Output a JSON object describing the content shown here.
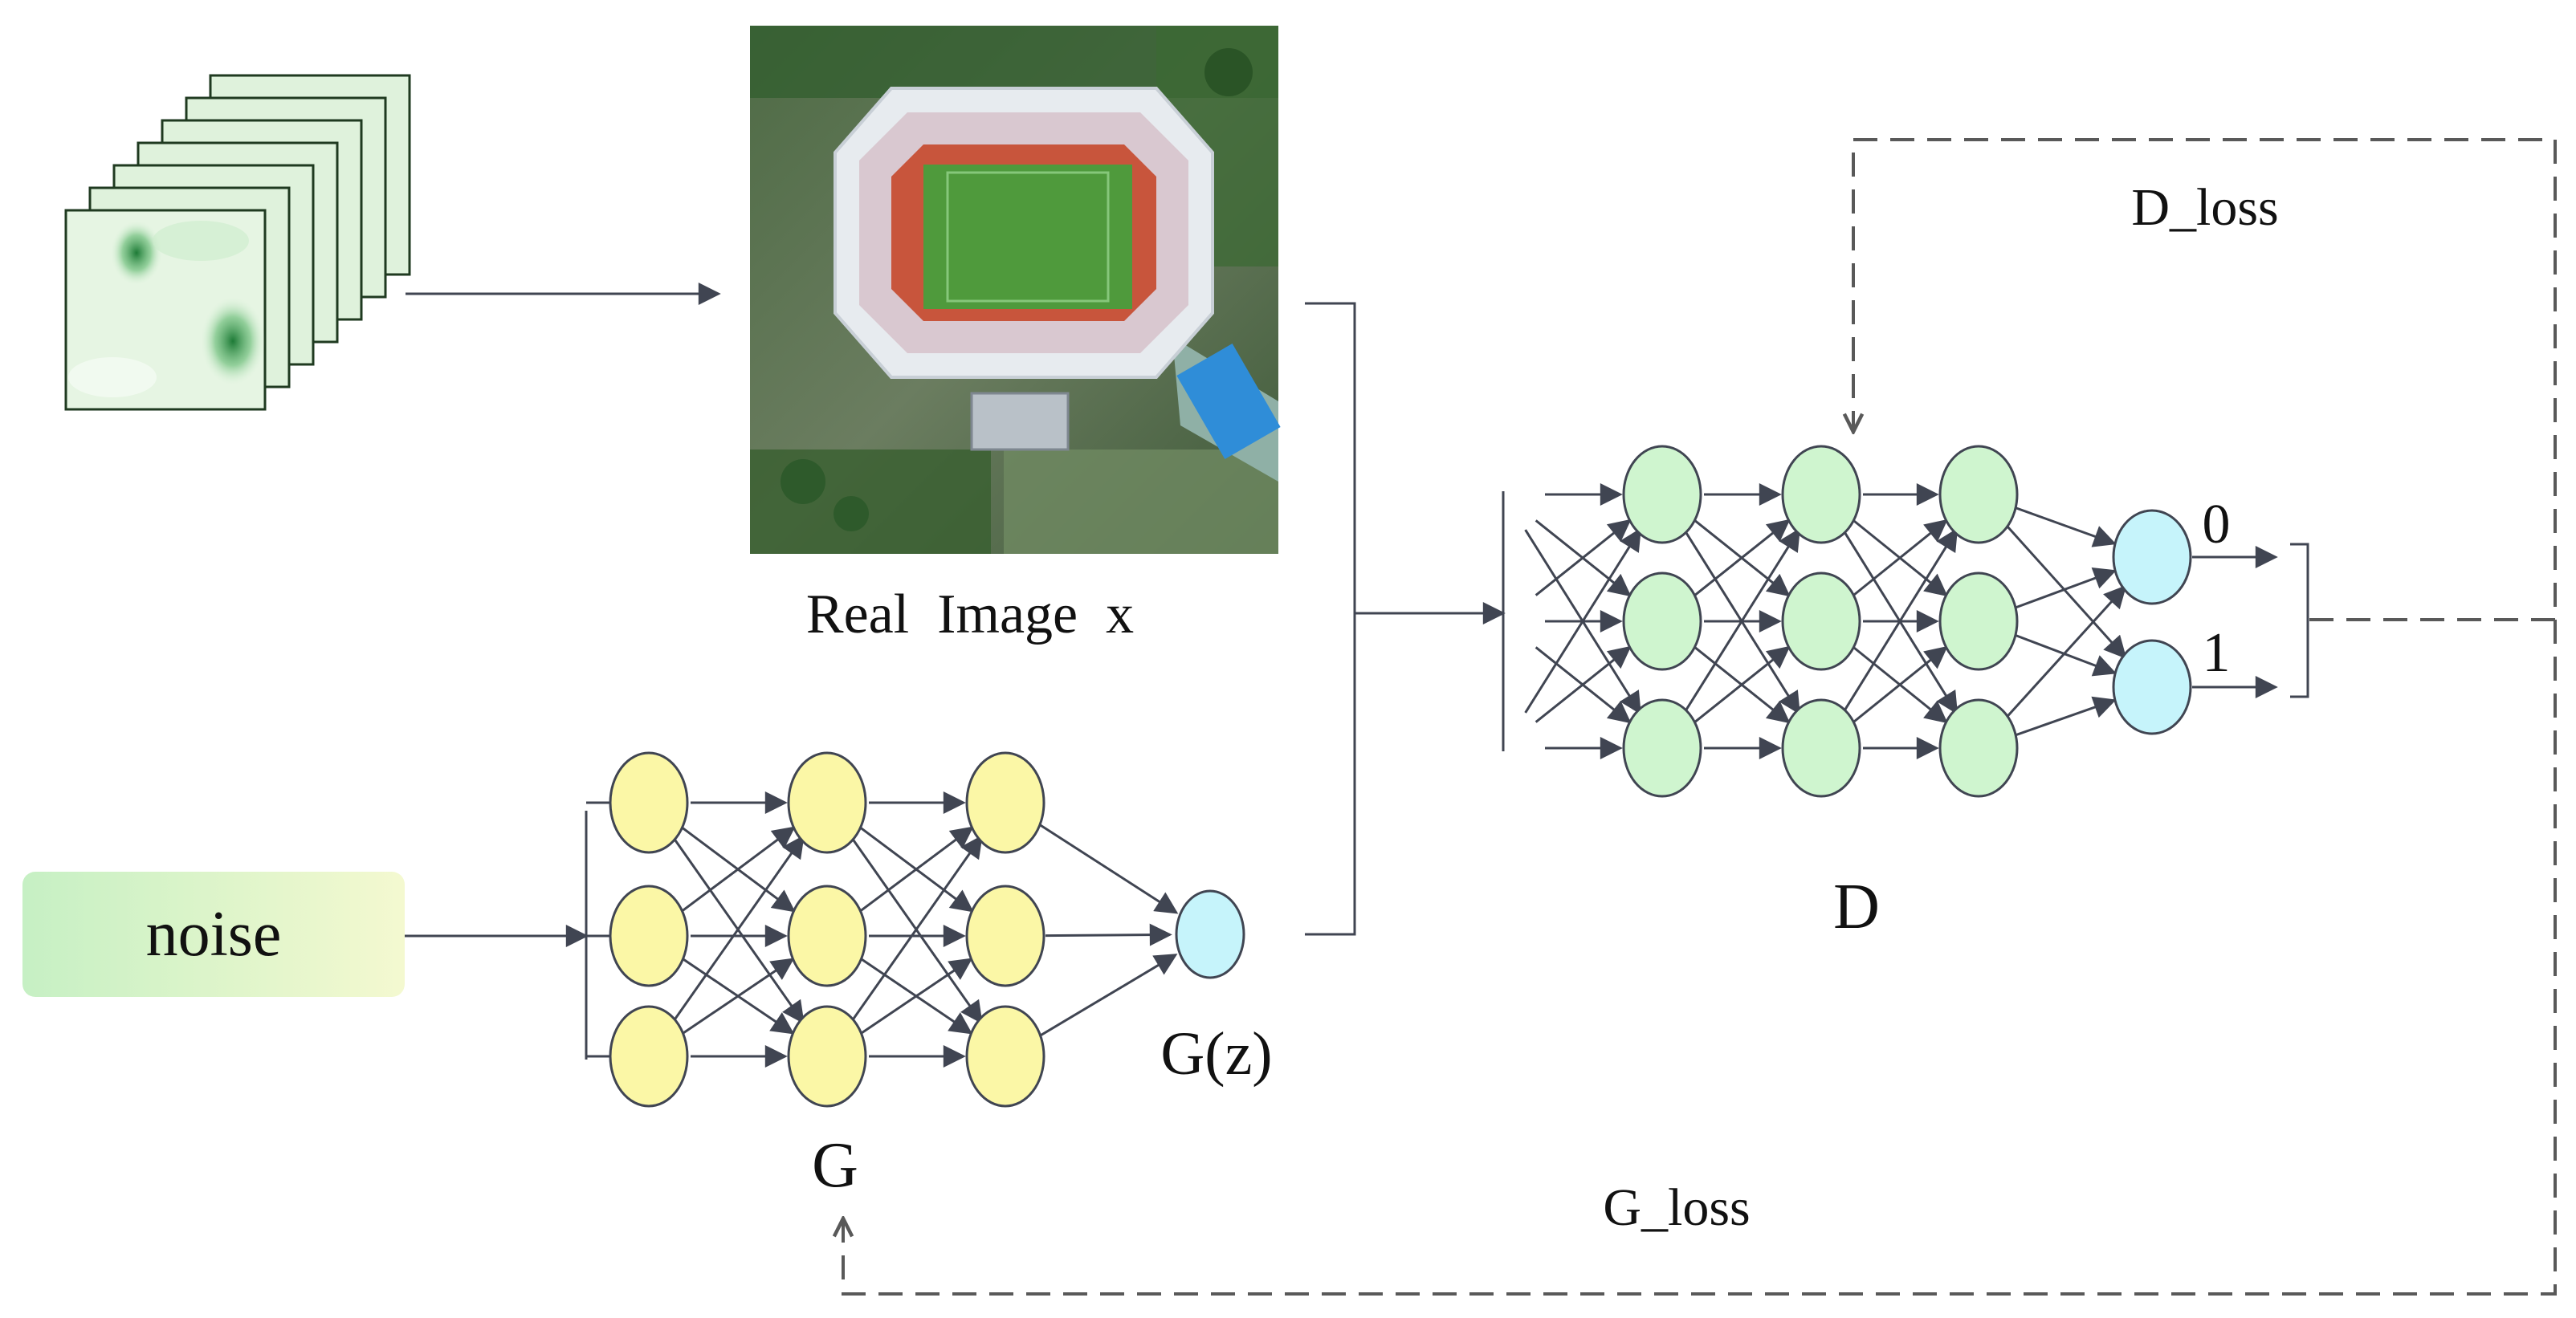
{
  "labels": {
    "real_image": "Real  Image  x",
    "noise": "noise",
    "generator": "G",
    "generator_output": "G(z)",
    "discriminator": "D",
    "output_zero": "0",
    "output_one": "1",
    "d_loss": "D_loss",
    "g_loss": "G_loss"
  },
  "colors": {
    "generator_node": "#fbf7a6",
    "discriminator_node": "#cff5cf",
    "output_node": "#c6f4fb",
    "line": "#404552",
    "dashed_line": "#595959",
    "noise_box_left": "#c6f0c4",
    "noise_box_right": "#f4f9d0",
    "map_green": "#1d7a36"
  },
  "icons": {
    "stack": "heatmap-stack-icon",
    "photo": "stadium-aerial-photo"
  }
}
